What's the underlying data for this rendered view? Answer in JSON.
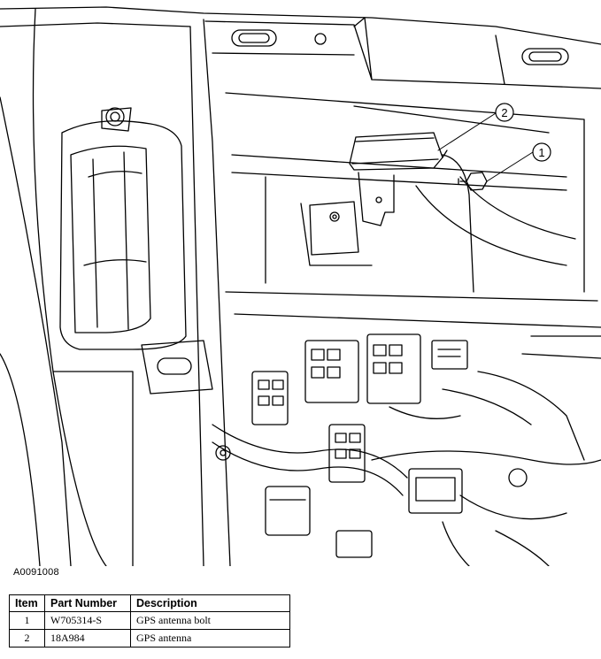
{
  "figure": {
    "reference_id": "A0091008",
    "callouts": [
      "1",
      "2"
    ]
  },
  "parts_table": {
    "headers": [
      "Item",
      "Part Number",
      "Description"
    ],
    "rows": [
      {
        "item": "1",
        "part_number": "W705314-S",
        "description": "GPS antenna bolt"
      },
      {
        "item": "2",
        "part_number": "18A984",
        "description": "GPS antenna"
      }
    ]
  }
}
